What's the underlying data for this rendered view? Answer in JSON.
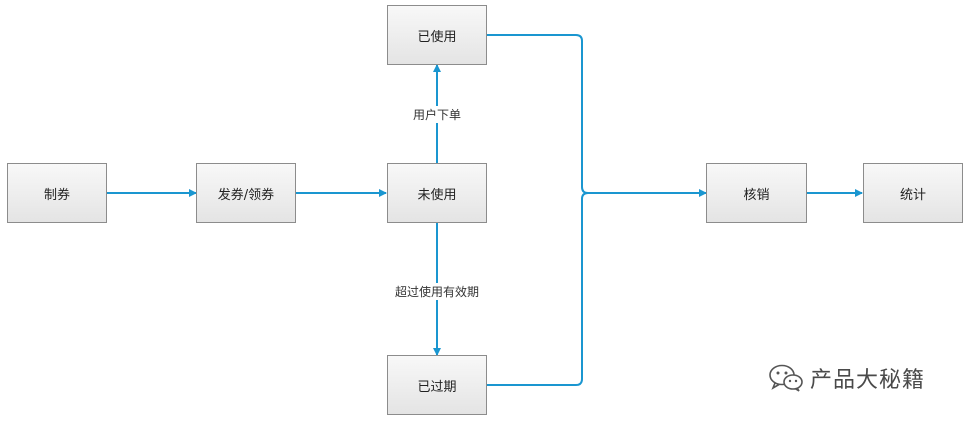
{
  "diagram": {
    "nodes": {
      "make": "制券",
      "issue": "发券/领券",
      "unused": "未使用",
      "used": "已使用",
      "expired": "已过期",
      "verify": "核销",
      "stats": "统计"
    },
    "edge_labels": {
      "order": "用户下单",
      "expire": "超过使用有效期"
    },
    "colors": {
      "arrow": "#1a96d0",
      "node_border": "#8c8c8c"
    }
  },
  "watermark": {
    "icon": "wechat-icon",
    "text": "产品大秘籍"
  }
}
